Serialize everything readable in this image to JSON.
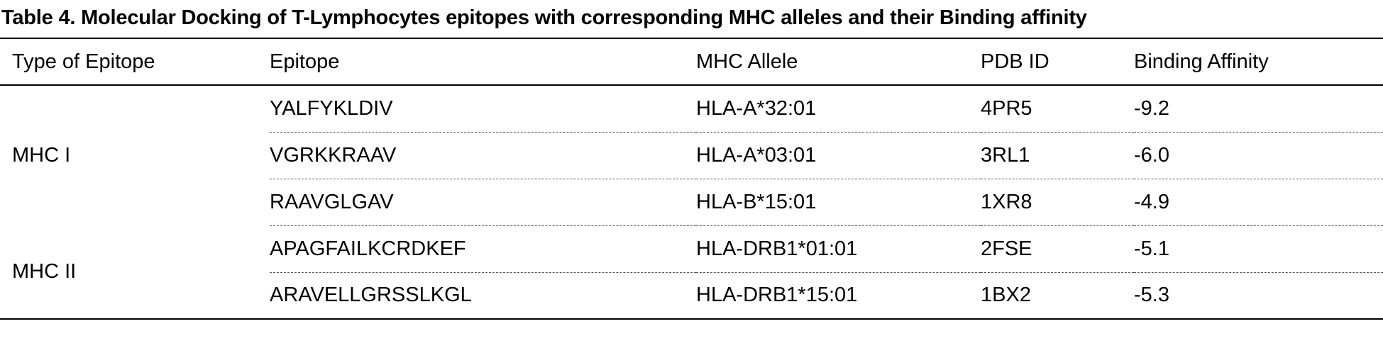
{
  "caption": "Table 4. Molecular Docking of T-Lymphocytes epitopes with corresponding MHC alleles and their Binding affinity",
  "headers": {
    "type": "Type of Epitope",
    "epitope": "Epitope",
    "allele": "MHC Allele",
    "pdb": "PDB ID",
    "affinity": "Binding Affinity"
  },
  "groups": [
    {
      "type": "MHC I",
      "rows": [
        {
          "epitope": "YALFYKLDIV",
          "allele": "HLA-A*32:01",
          "pdb": "4PR5",
          "affinity": "-9.2"
        },
        {
          "epitope": "VGRKKRAAV",
          "allele": "HLA-A*03:01",
          "pdb": "3RL1",
          "affinity": "-6.0"
        },
        {
          "epitope": "RAAVGLGAV",
          "allele": "HLA-B*15:01",
          "pdb": "1XR8",
          "affinity": "-4.9"
        }
      ]
    },
    {
      "type": "MHC II",
      "rows": [
        {
          "epitope": "APAGFAILKCRDKEF",
          "allele": "HLA-DRB1*01:01",
          "pdb": "2FSE",
          "affinity": "-5.1"
        },
        {
          "epitope": "ARAVELLGRSSLKGL",
          "allele": "HLA-DRB1*15:01",
          "pdb": "1BX2",
          "affinity": "-5.3"
        }
      ]
    }
  ]
}
